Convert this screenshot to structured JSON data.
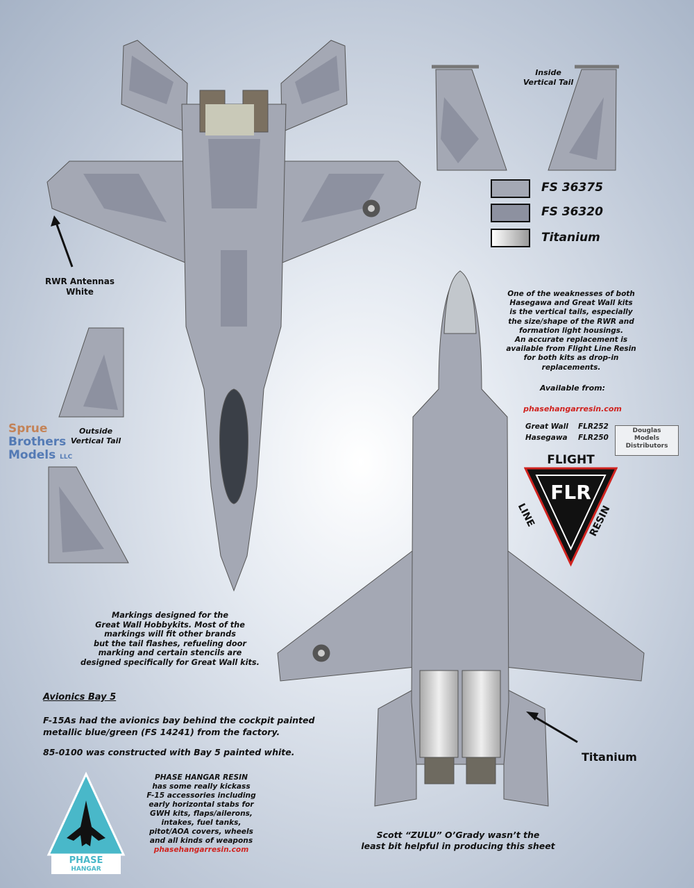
{
  "labels": {
    "inside_vertical_tail": [
      "Inside",
      "Vertical Tail"
    ],
    "outside_vertical_tail": [
      "Outside",
      "Vertical Tail"
    ],
    "rwr_antennas": [
      "RWR Antennas",
      "White"
    ],
    "titanium_callout": "Titanium"
  },
  "legend": [
    {
      "label": "FS 36375",
      "color": "#a4a8b4"
    },
    {
      "label": "FS 36320",
      "color": "#8d91a0"
    },
    {
      "label": "Titanium",
      "color": "#d8d8d8"
    }
  ],
  "tails_note": [
    "One of the weaknesses of both",
    "Hasegawa and Great Wall kits",
    "is the vertical tails, especially",
    "the size/shape of the RWR and",
    "formation light housings.",
    "An accurate replacement is",
    "available from Flight Line Resin",
    "for both kits as drop-in",
    "replacements."
  ],
  "available_from": "Available from:",
  "phase_url": "phasehangarresin.com",
  "products": [
    {
      "kit": "Great Wall",
      "code": "FLR252"
    },
    {
      "kit": "Hasegawa",
      "code": "FLR250"
    }
  ],
  "flight_line_logo": {
    "top": "FLIGHT",
    "left": "LINE",
    "right": "RESIN",
    "mark": "FLR"
  },
  "markings_note": [
    "Markings designed for the",
    "Great Wall Hobbykits. Most of the",
    "markings will fit other brands",
    "but the tail flashes, refueling door",
    "marking and certain stencils are",
    "designed specifically for Great Wall kits."
  ],
  "avionics": {
    "heading": "Avionics Bay 5",
    "para1": [
      "F-15As had the avionics bay behind the cockpit painted",
      "metallic blue/green (FS 14241) from the factory."
    ],
    "para2": "85-0100 was constructed with Bay 5 painted white."
  },
  "phase_note": [
    "PHASE HANGAR RESIN",
    "has some really kickass",
    "F-15 accessories including",
    "early horizontal stabs for",
    "GWH kits, flaps/ailerons,",
    "intakes, fuel tanks,",
    "pitot/AOA covers, wheels",
    "and all kinds of weapons"
  ],
  "phase_logo": [
    "PHASE",
    "HANGAR"
  ],
  "credit": [
    "Scott “ZULU” O’Grady wasn’t the",
    "least bit helpful in producing this sheet"
  ],
  "watermarks": {
    "sprue": [
      "Sprue",
      "Brothers",
      "Models",
      "LLC"
    ],
    "douglas": [
      "Douglas",
      "Models",
      "Distributors"
    ]
  }
}
